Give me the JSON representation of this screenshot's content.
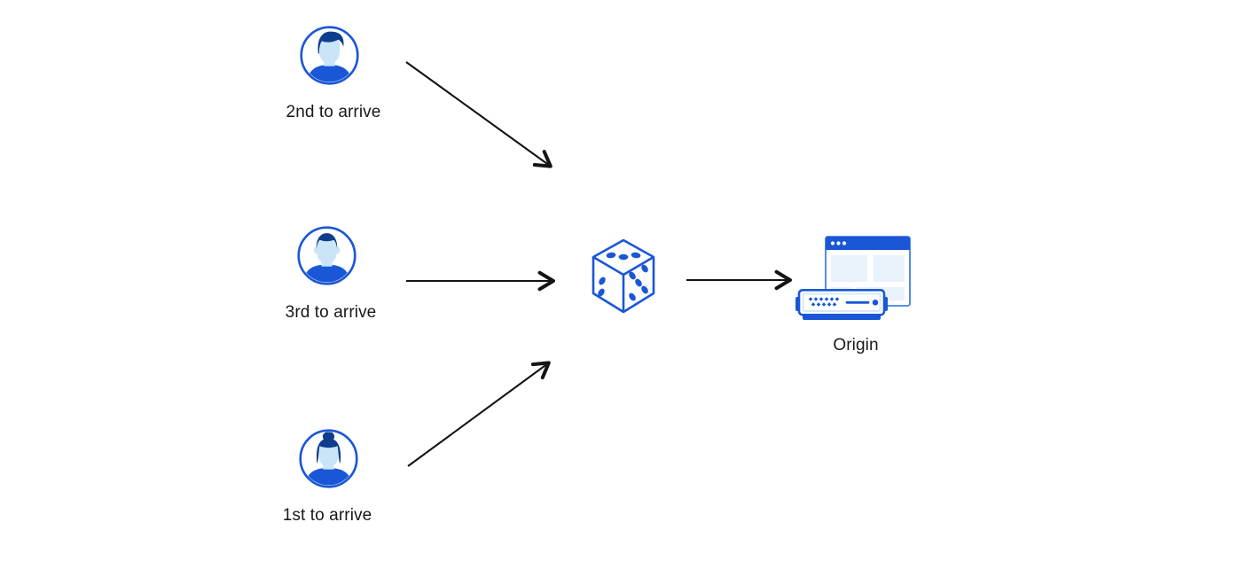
{
  "nodes": {
    "user_second": {
      "label": "2nd to arrive",
      "icon": "male-avatar-swoop-hair-icon"
    },
    "user_third": {
      "label": "3rd to arrive",
      "icon": "male-avatar-short-hair-icon"
    },
    "user_first": {
      "label": "1st to arrive",
      "icon": "female-avatar-bun-icon"
    },
    "randomizer": {
      "icon": "dice-icon"
    },
    "origin": {
      "label": "Origin",
      "icon": "origin-browser-server-icon"
    }
  },
  "arrows": [
    {
      "from": "user_second",
      "to": "randomizer",
      "direction": "down-right"
    },
    {
      "from": "user_third",
      "to": "randomizer",
      "direction": "right"
    },
    {
      "from": "user_first",
      "to": "randomizer",
      "direction": "up-right"
    },
    {
      "from": "randomizer",
      "to": "origin",
      "direction": "right"
    }
  ],
  "colors": {
    "primary_blue": "#1A57D7",
    "dark_navy_hair": "#0D3D8C",
    "skin_light_blue": "#C9E5F7",
    "pale_block_blue": "#E8F2FB",
    "window_border_blue": "#4080DF",
    "server_inset_blue": "#D6E8F8",
    "arrow_black": "#141414",
    "text_black": "#17181A",
    "background": "#FFFFFF"
  }
}
